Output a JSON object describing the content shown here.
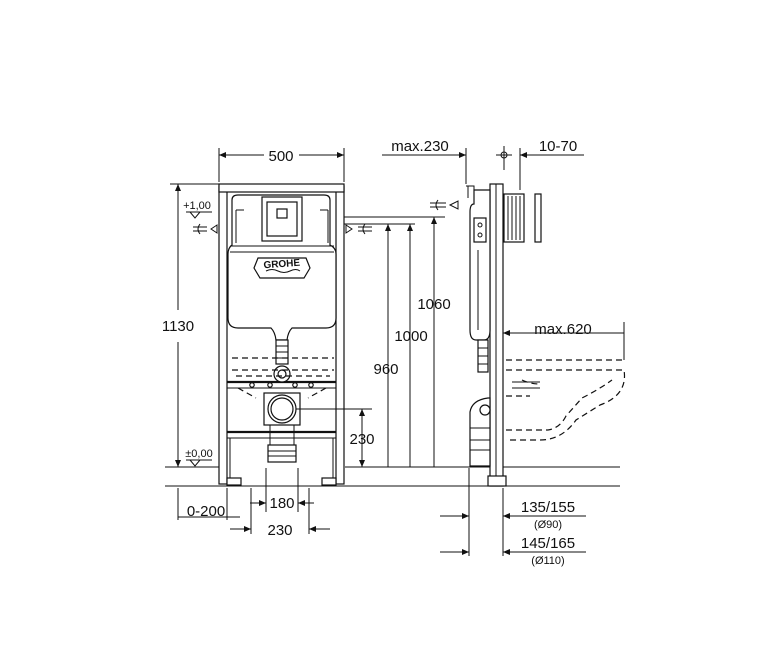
{
  "brand": {
    "logo_text": "GROHE"
  },
  "front_view": {
    "width": "500",
    "height": "1130",
    "level_top": "+1,00",
    "level_floor": "±0,00",
    "h_1060": "1060",
    "h_1000": "1000",
    "h_960": "960",
    "h_230": "230",
    "w_180": "180",
    "w_230": "230",
    "w_0_200": "0-200"
  },
  "side_view": {
    "max_230": "max.230",
    "range_10_70": "10-70",
    "max_620": "max.620",
    "d1_main": "135/155",
    "d1_sub": "(Ø90)",
    "d2_main": "145/165",
    "d2_sub": "(Ø110)"
  },
  "colors": {
    "line": "#111111",
    "background": "#ffffff"
  }
}
